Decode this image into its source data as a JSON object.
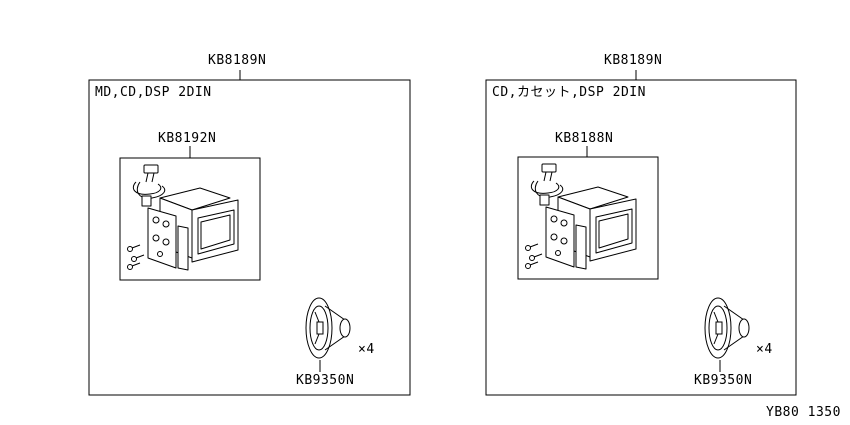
{
  "panels": [
    {
      "kit_part": "KB8189N",
      "title": "MD,CD,DSP 2DIN",
      "unit_part": "KB8192N",
      "speaker_part": "KB9350N",
      "speaker_qty": "×4"
    },
    {
      "kit_part": "KB8189N",
      "title": "CD,カセット,DSP 2DIN",
      "unit_part": "KB8188N",
      "speaker_part": "KB9350N",
      "speaker_qty": "×4"
    }
  ],
  "footer_code": "YB80 1350"
}
